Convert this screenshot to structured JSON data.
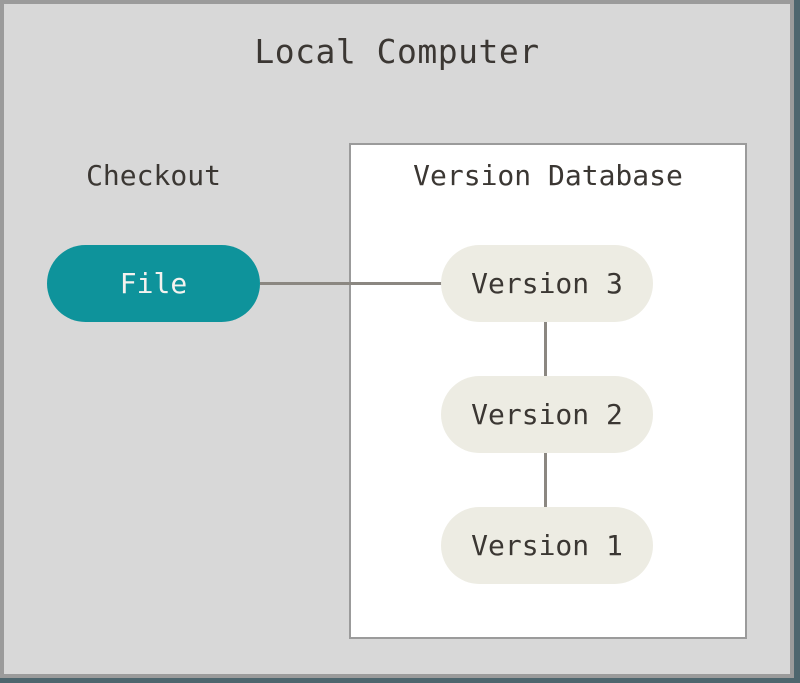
{
  "diagram": {
    "title": "Local Computer",
    "checkout": {
      "label": "Checkout",
      "file_node_label": "File"
    },
    "version_database": {
      "title": "Version Database",
      "nodes": [
        {
          "label": "Version 3"
        },
        {
          "label": "Version 2"
        },
        {
          "label": "Version 1"
        }
      ]
    },
    "connections": [
      "File - Version 3",
      "Version 3 - Version 2",
      "Version 2 - Version 1"
    ],
    "colors": {
      "page_edge": "#4e666e",
      "canvas_bg": "#d8d8d8",
      "frame_border": "#9b9b9b",
      "file_node_fill": "#0e939b",
      "file_node_text": "#f4f2ef",
      "version_node_fill": "#edece3",
      "version_box_fill": "#ffffff",
      "text": "#3b3733",
      "connector": "#8b8781"
    }
  }
}
